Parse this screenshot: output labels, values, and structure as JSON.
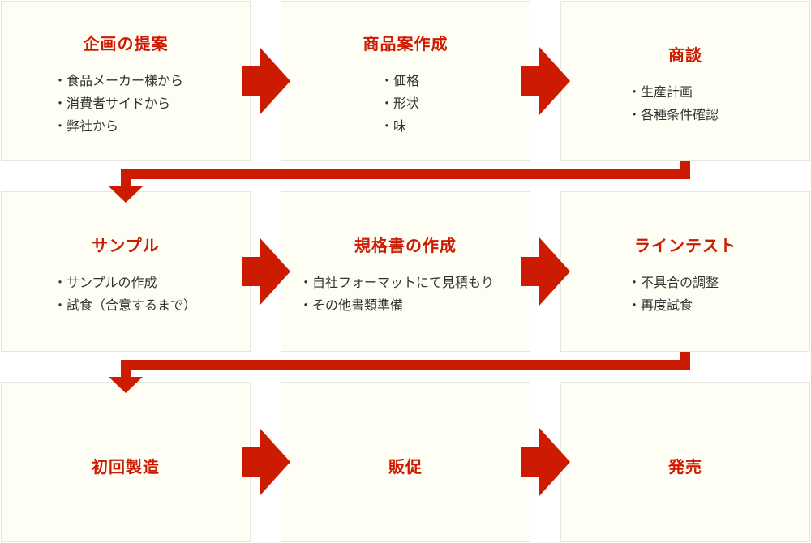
{
  "colors": {
    "accent": "#cc1b00",
    "box_bg": "#fefef5",
    "box_border": "#e6e6dc",
    "text": "#333333"
  },
  "steps": [
    {
      "title": "企画の提案",
      "items": [
        "食品メーカー様から",
        "消費者サイドから",
        "弊社から"
      ]
    },
    {
      "title": "商品案作成",
      "items": [
        "価格",
        "形状",
        "味"
      ]
    },
    {
      "title": "商談",
      "items": [
        "生産計画",
        "各種条件確認"
      ]
    },
    {
      "title": "サンプル",
      "items": [
        "サンプルの作成",
        "試食（合意するまで）"
      ]
    },
    {
      "title": "規格書の作成",
      "items": [
        "自社フォーマットにて見積もり",
        "その他書類準備"
      ]
    },
    {
      "title": "ラインテスト",
      "items": [
        "不具合の調整",
        "再度試食"
      ]
    },
    {
      "title": "初回製造",
      "items": []
    },
    {
      "title": "販促",
      "items": []
    },
    {
      "title": "発売",
      "items": []
    }
  ]
}
